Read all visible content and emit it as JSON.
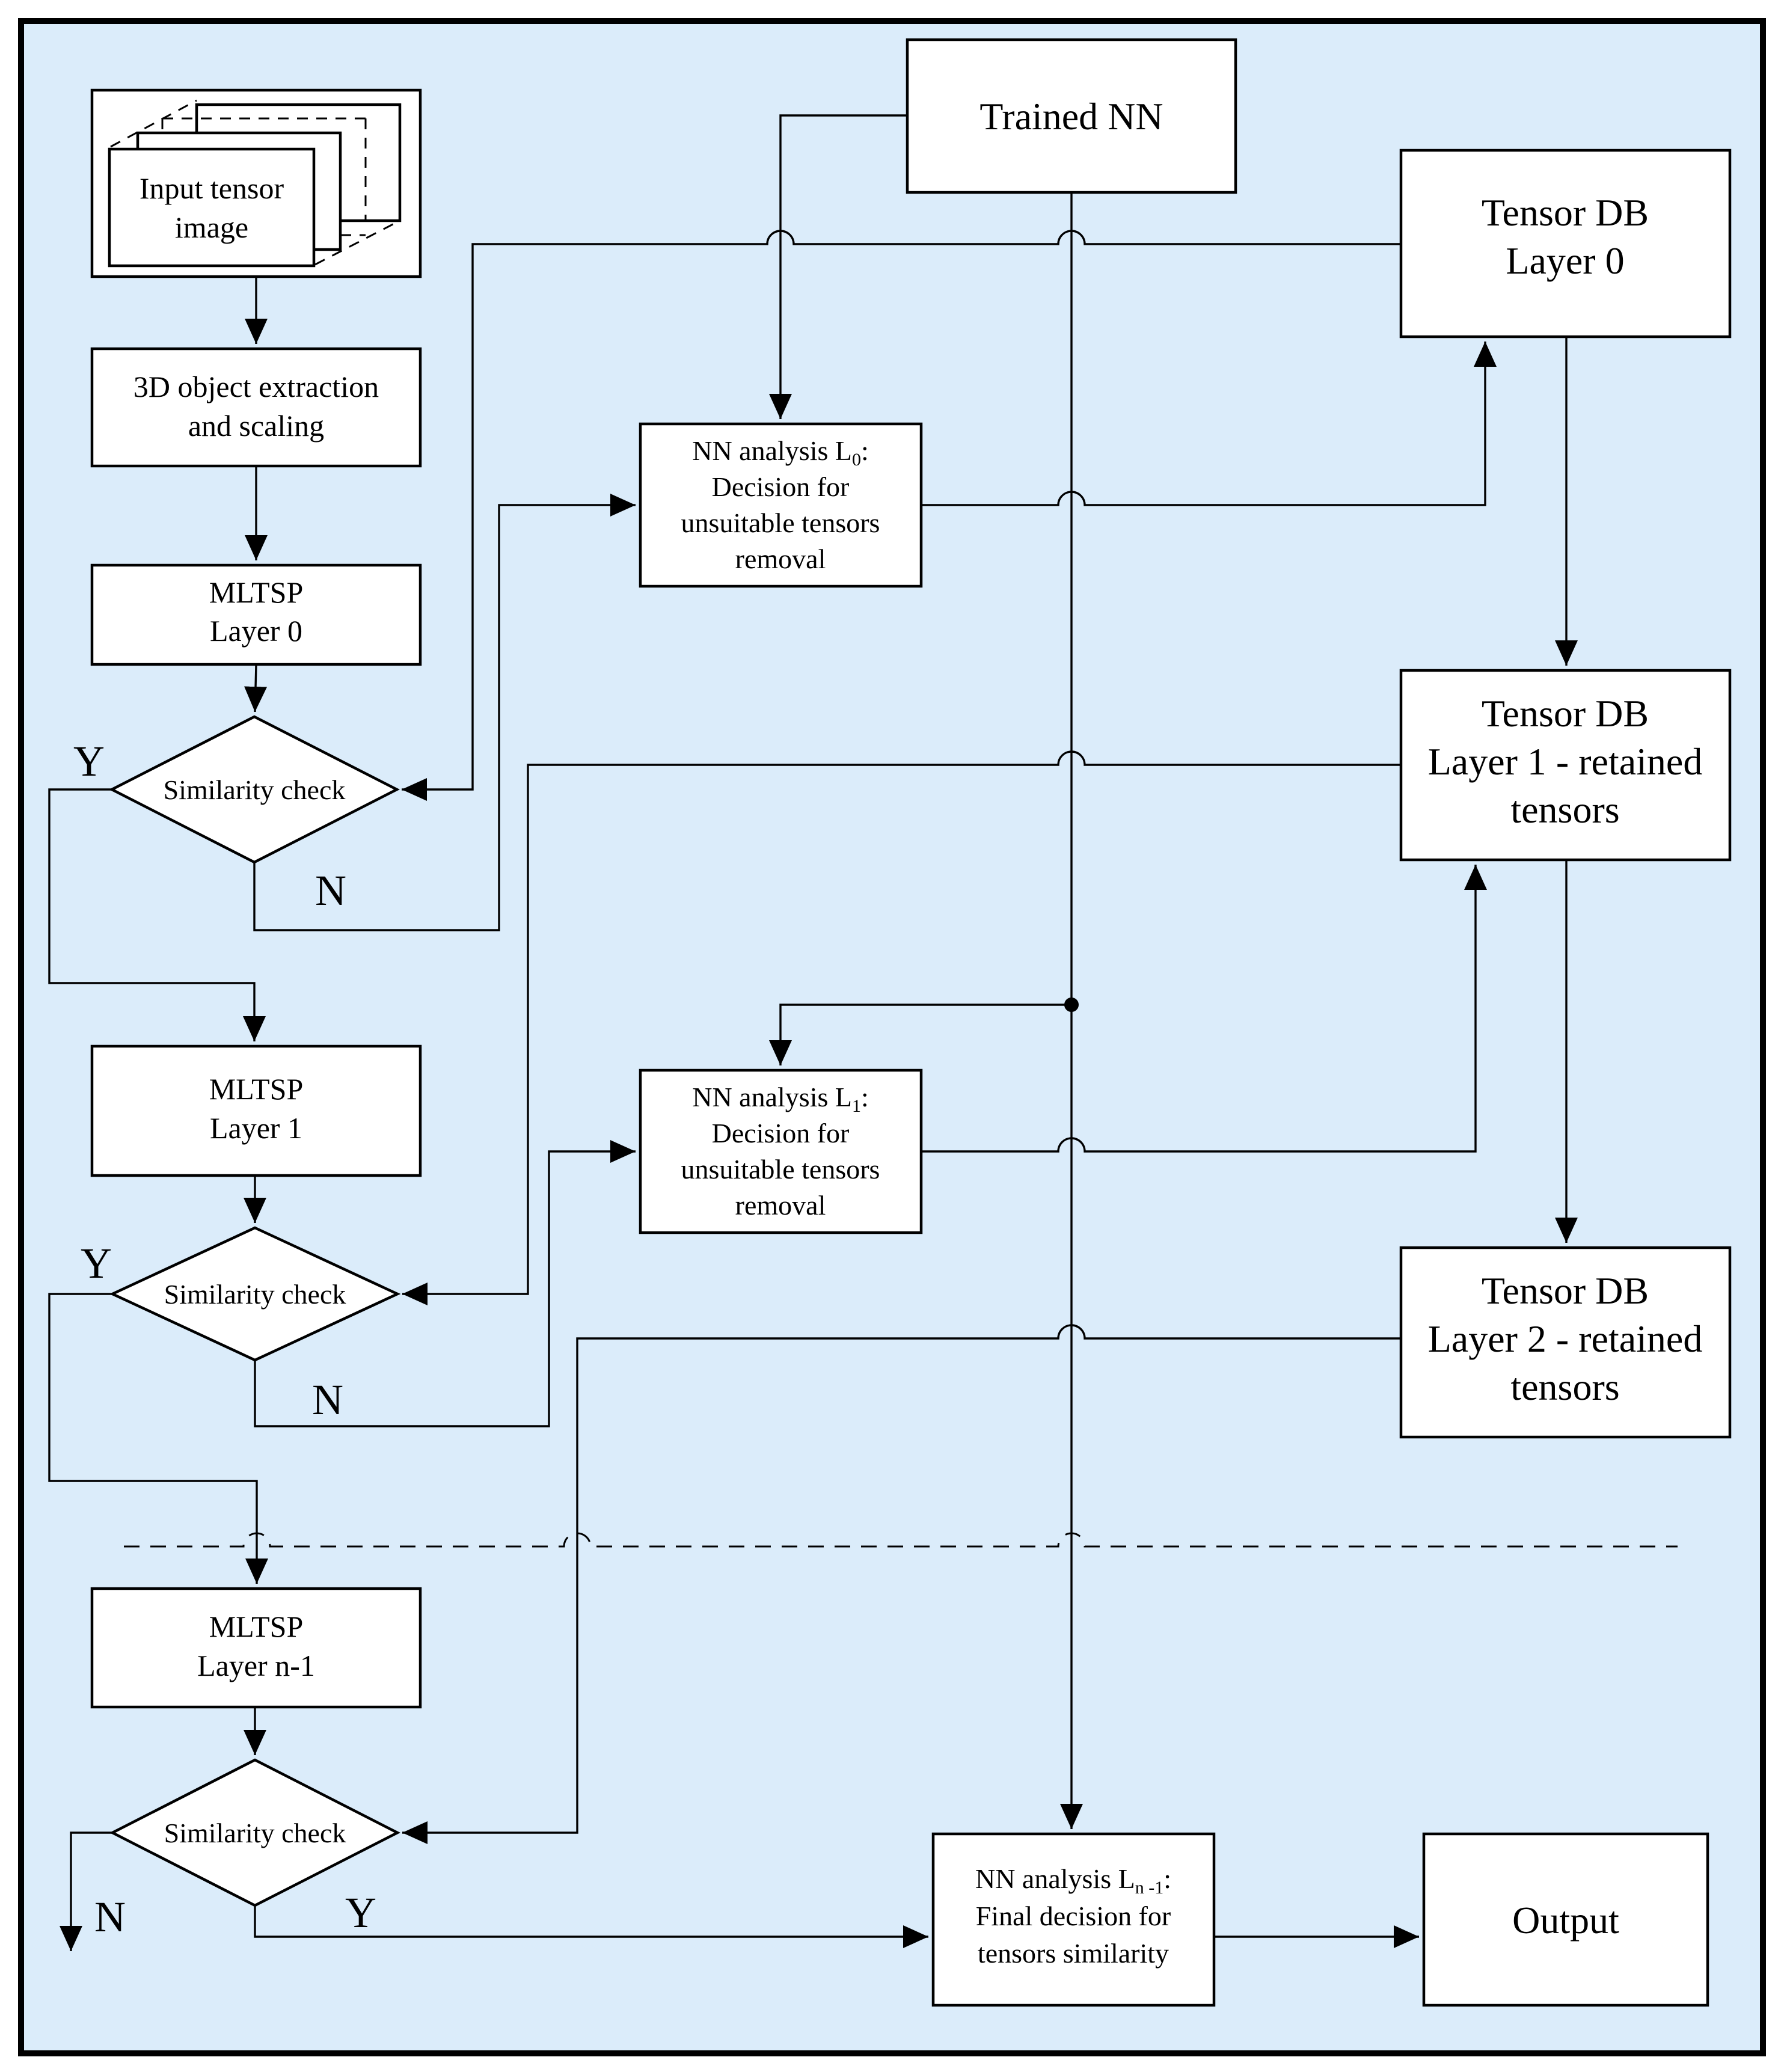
{
  "figure": {
    "type": "flowchart",
    "background_color": "#dbecfa",
    "node_fill_color": "#ffffff",
    "line_color": "#000000"
  },
  "nodes": {
    "input_tensor": {
      "line1": "Input tensor",
      "line2": "image"
    },
    "extract_3d": {
      "line1": "3D object extraction",
      "line2": "and scaling"
    },
    "mltsp_layer0": {
      "line1": "MLTSP",
      "line2": "Layer 0"
    },
    "similarity_check_1": {
      "label": "Similarity check"
    },
    "similarity_check_2": {
      "label": "Similarity check"
    },
    "similarity_check_3": {
      "label": "Similarity check"
    },
    "trained_nn": {
      "label": "Trained NN"
    },
    "tensor_db_layer0": {
      "line1": "Tensor DB",
      "line2": "Layer 0"
    },
    "nn_analysis_l0": {
      "line1_main": "NN analysis L",
      "line1_sub": "0",
      "line1_tail": ":",
      "line2": "Decision for",
      "line3": "unsuitable tensors",
      "line4": "removal"
    },
    "tensor_db_layer1": {
      "line1": "Tensor DB",
      "line2": "Layer 1 - retained",
      "line3": "tensors"
    },
    "mltsp_layer1": {
      "line1": "MLTSP",
      "line2": "Layer 1"
    },
    "nn_analysis_l1": {
      "line1_main": "NN analysis L",
      "line1_sub": "1",
      "line1_tail": ":",
      "line2": "Decision for",
      "line3": "unsuitable tensors",
      "line4": "removal"
    },
    "tensor_db_layer2": {
      "line1": "Tensor DB",
      "line2": "Layer 2 - retained",
      "line3": "tensors"
    },
    "mltsp_layer_n1": {
      "line1": "MLTSP",
      "line2": "Layer n-1"
    },
    "nn_analysis_ln1": {
      "line1_main": "NN analysis L",
      "line1_sub": "n -1",
      "line1_tail": ":",
      "line2": "Final decision for",
      "line3": "tensors similarity"
    },
    "output": {
      "label": "Output"
    }
  },
  "edge_labels": {
    "sim1_yes": "Y",
    "sim1_no": "N",
    "sim2_yes": "Y",
    "sim2_no": "N",
    "sim3_no": "N",
    "sim3_yes": "Y"
  }
}
